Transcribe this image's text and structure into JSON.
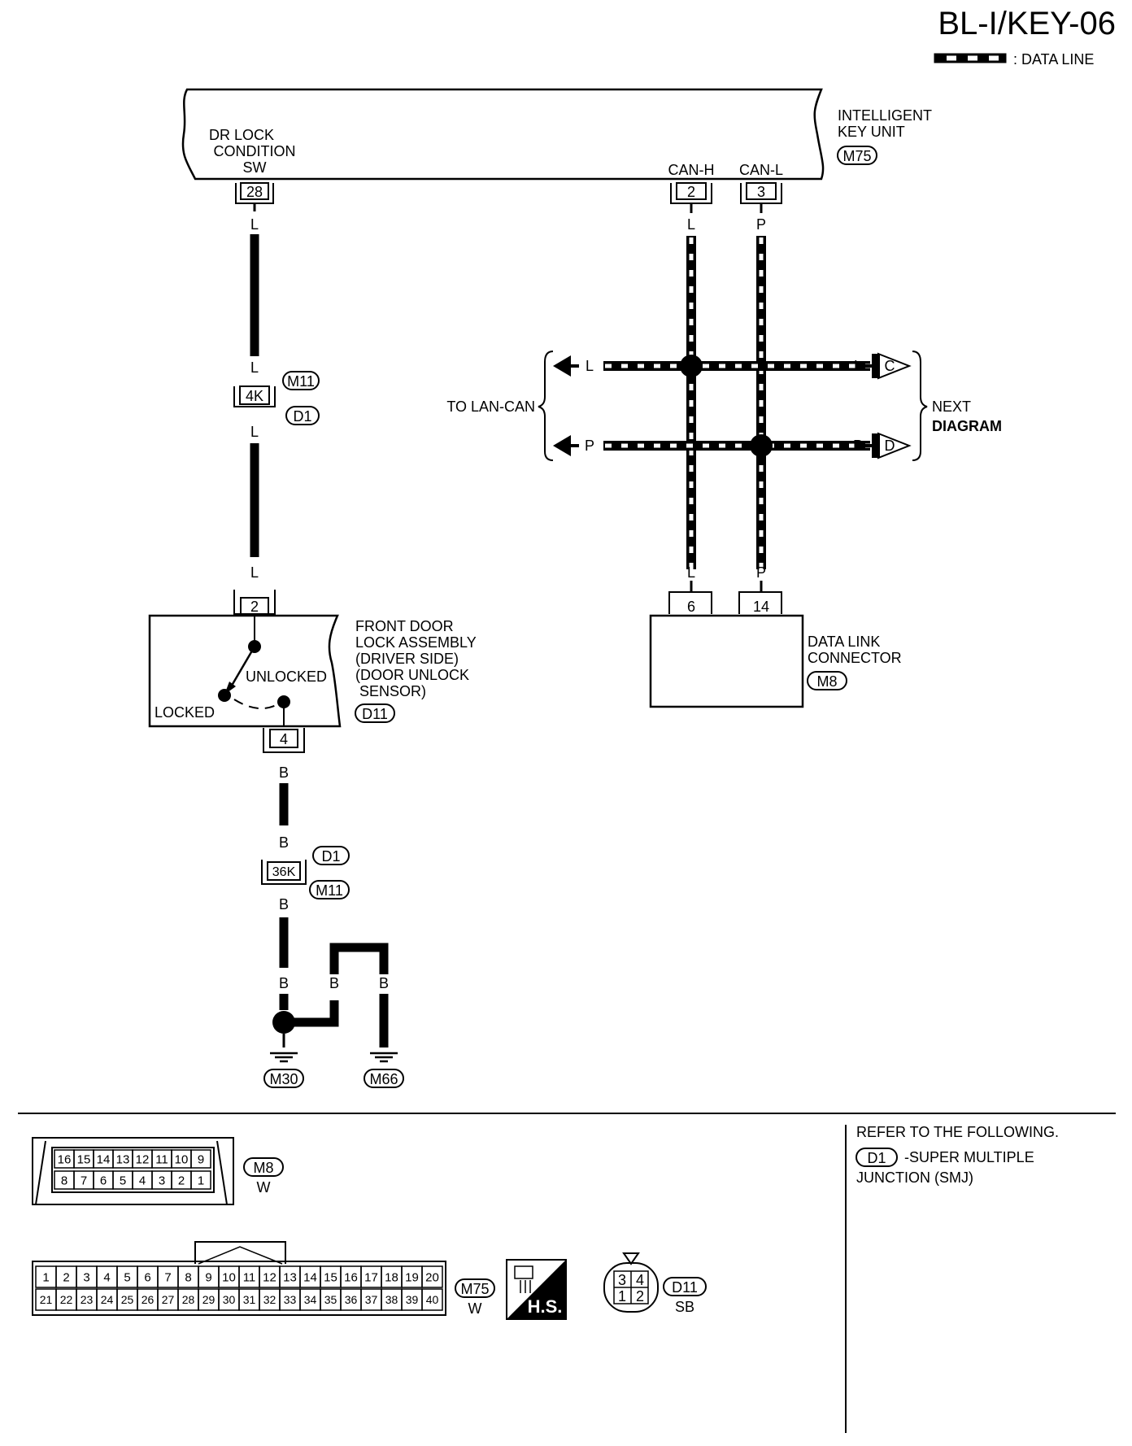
{
  "header": {
    "title": "BL-I/KEY-06",
    "legend_label": ": DATA LINE"
  },
  "intelligent_key_unit": {
    "name_line1": "INTELLIGENT",
    "name_line2": "KEY UNIT",
    "connector": "M75",
    "dr_lock_line1": "DR LOCK",
    "dr_lock_line2": "CONDITION",
    "dr_lock_line3": "SW",
    "can_h_label": "CAN-H",
    "can_l_label": "CAN-L",
    "pin_28": "28",
    "pin_2": "2",
    "pin_3": "3"
  },
  "wires": {
    "L": "L",
    "P": "P",
    "B": "B"
  },
  "junctions": {
    "4k": "4K",
    "36k": "36K",
    "m11": "M11",
    "d1": "D1"
  },
  "door_lock": {
    "line1": "FRONT DOOR",
    "line2": "LOCK ASSEMBLY",
    "line3": "(DRIVER SIDE)",
    "line4": "(DOOR UNLOCK",
    "line5": "SENSOR)",
    "connector": "D11",
    "unlocked": "UNLOCKED",
    "locked": "LOCKED",
    "pin_2": "2",
    "pin_4": "4"
  },
  "lan_can": {
    "to_label": "TO LAN-CAN",
    "next_label": "NEXT",
    "diagram_label": "DIAGRAM",
    "arrow_c": "C",
    "arrow_d": "D"
  },
  "data_link": {
    "line1": "DATA LINK",
    "line2": "CONNECTOR",
    "connector": "M8",
    "pin_6": "6",
    "pin_14": "14"
  },
  "grounds": {
    "g1": "M30",
    "g2": "M66"
  },
  "connector_views": {
    "m8_top": [
      "16",
      "15",
      "14",
      "13",
      "12",
      "11",
      "10",
      "9"
    ],
    "m8_bottom": [
      "8",
      "7",
      "6",
      "5",
      "4",
      "3",
      "2",
      "1"
    ],
    "m8_id": "M8",
    "m8_color": "W",
    "m75_top": [
      "1",
      "2",
      "3",
      "4",
      "5",
      "6",
      "7",
      "8",
      "9",
      "10",
      "11",
      "12",
      "13",
      "14",
      "15",
      "16",
      "17",
      "18",
      "19",
      "20"
    ],
    "m75_bottom": [
      "21",
      "22",
      "23",
      "24",
      "25",
      "26",
      "27",
      "28",
      "29",
      "30",
      "31",
      "32",
      "33",
      "34",
      "35",
      "36",
      "37",
      "38",
      "39",
      "40"
    ],
    "m75_id": "M75",
    "m75_color": "W",
    "hs_label": "H.S.",
    "d11_top": [
      "3",
      "4"
    ],
    "d11_bottom": [
      "1",
      "2"
    ],
    "d11_id": "D11",
    "d11_color": "SB"
  },
  "refer": {
    "line1": "REFER TO THE FOLLOWING.",
    "code": "D1",
    "line2": "-SUPER MULTIPLE",
    "line3": "JUNCTION (SMJ)"
  }
}
